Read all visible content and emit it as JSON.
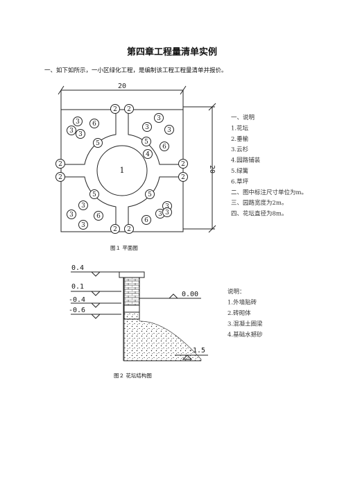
{
  "title": "第四章工程量清单实例",
  "section_heading": "一、如下如所示，一小区绿化工程，是编制该工程工程量清单并报价。",
  "plan": {
    "dim_width": "20",
    "dim_height": "20",
    "center_label": "1",
    "labels": {
      "two": "2",
      "three": "3",
      "four": "4",
      "five": "5",
      "six": "6"
    },
    "notes": [
      "一、说明",
      "1.花坛",
      "2.垂榆",
      "3.云杉",
      "4.园路铺装",
      "5.绿篱",
      "6.草坪",
      "二、图中标注尺寸单位为m。",
      "三、园路宽度为2m。",
      "四、花坛直径为8m。"
    ],
    "caption": "图１  平面图"
  },
  "section": {
    "levels": [
      "0.4",
      "0.1",
      "-0.4",
      "-0.6",
      "0.00",
      "-1.5"
    ],
    "notes": [
      "说明：",
      "1.外墙贴砖",
      "2.砖砌体",
      "3.混凝土圈梁",
      "4.基础水撼砂"
    ],
    "caption": "图２  花坛结构图"
  }
}
